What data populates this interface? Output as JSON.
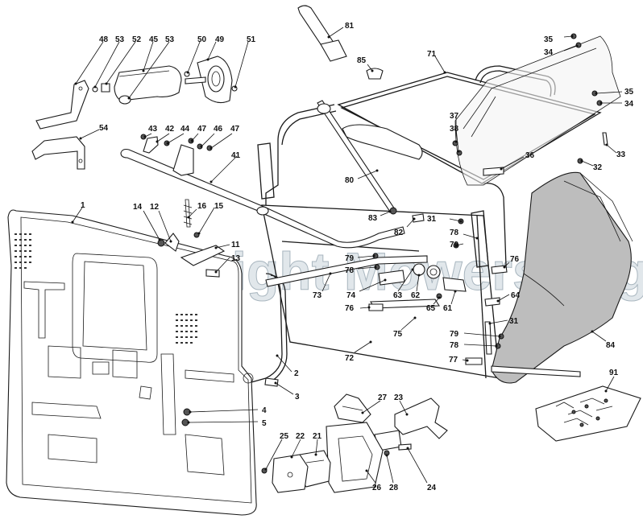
{
  "watermark": "© Copyright MowersMagic",
  "colors": {
    "line": "#1a1a1a",
    "background": "#ffffff",
    "bag": "#bdbdbd",
    "watermark": "#c9d3da"
  },
  "callouts": [
    "1",
    "2",
    "3",
    "4",
    "5",
    "11",
    "12",
    "13",
    "14",
    "15",
    "16",
    "21",
    "22",
    "23",
    "24",
    "25",
    "26",
    "27",
    "28",
    "31",
    "31",
    "32",
    "33",
    "34",
    "34",
    "35",
    "35",
    "36",
    "37",
    "38",
    "41",
    "42",
    "43",
    "44",
    "45",
    "46",
    "47",
    "47",
    "48",
    "49",
    "50",
    "51",
    "52",
    "53",
    "53",
    "54",
    "61",
    "62",
    "63",
    "64",
    "65",
    "71",
    "72",
    "73",
    "74",
    "75",
    "76",
    "76",
    "77",
    "78",
    "78",
    "78",
    "79",
    "79",
    "79",
    "80",
    "81",
    "82",
    "83",
    "84",
    "85",
    "91"
  ],
  "parts": {
    "side_panel": "1",
    "collector_frame": "71",
    "lower_frame": "72",
    "grass_bag": "84",
    "handle_grip": "81",
    "rear_flap_cover": "transparent-cover",
    "hardware_bag": "91"
  }
}
